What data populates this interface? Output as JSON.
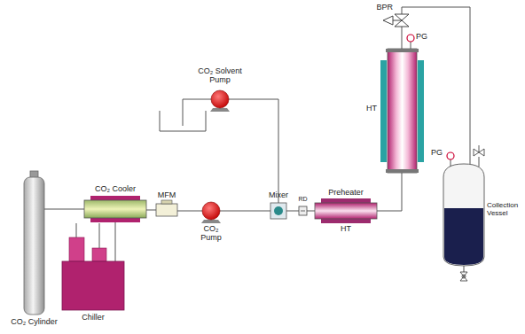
{
  "diagram": {
    "nodes": [
      {
        "text": [
          "CO₂ Cylinder"
        ]
      },
      {
        "text": [
          "Chiller"
        ]
      },
      {
        "text": [
          "CO₂ Cooler"
        ]
      },
      {
        "text": [
          "MFM"
        ]
      },
      {
        "text": [
          "CO₂ Pump"
        ]
      },
      {
        "text": [
          "CO₂ Solvent Pump"
        ]
      },
      {
        "text": [
          "Mixer"
        ]
      },
      {
        "text": [
          "RD"
        ]
      },
      {
        "text": [
          "Preheater",
          "HT"
        ]
      },
      {
        "text": [
          "HT"
        ]
      },
      {
        "text": [
          "BPR"
        ]
      },
      {
        "text": [
          "Collection Vessel"
        ]
      }
    ],
    "edges": [
      {
        "from": 0,
        "to": 2,
        "arrow": "none"
      },
      {
        "from": 1,
        "to": 2,
        "arrow": "none"
      },
      {
        "from": 2,
        "to": 3,
        "arrow": "none"
      },
      {
        "from": 3,
        "to": 4,
        "arrow": "none"
      },
      {
        "from": 5,
        "to": 6,
        "arrow": "none"
      },
      {
        "from": 4,
        "to": 6,
        "arrow": "none"
      },
      {
        "from": 6,
        "to": 7,
        "arrow": "none"
      },
      {
        "from": 7,
        "to": 8,
        "arrow": "none"
      },
      {
        "from": 8,
        "to": 9,
        "arrow": "none"
      },
      {
        "from": 9,
        "to": 10,
        "arrow": "none"
      },
      {
        "from": 10,
        "to": 11,
        "arrow": "none"
      }
    ],
    "labels": [
      "PG",
      "PG"
    ]
  }
}
